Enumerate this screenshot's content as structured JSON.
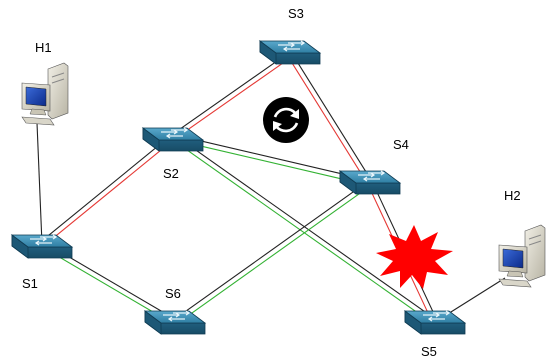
{
  "diagram": {
    "hosts": [
      {
        "id": "H1",
        "label": "H1",
        "icon": "computer-icon"
      },
      {
        "id": "H2",
        "label": "H2",
        "icon": "computer-icon"
      }
    ],
    "switches": [
      {
        "id": "S1",
        "label": "S1",
        "icon": "switch-icon"
      },
      {
        "id": "S2",
        "label": "S2",
        "icon": "switch-icon"
      },
      {
        "id": "S3",
        "label": "S3",
        "icon": "switch-icon"
      },
      {
        "id": "S4",
        "label": "S4",
        "icon": "switch-icon"
      },
      {
        "id": "S5",
        "label": "S5",
        "icon": "switch-icon"
      },
      {
        "id": "S6",
        "label": "S6",
        "icon": "switch-icon"
      }
    ],
    "links": [
      {
        "from": "H1",
        "to": "S1",
        "color": "#222222"
      },
      {
        "from": "H2",
        "to": "S5",
        "color": "#222222"
      },
      {
        "from": "S1",
        "to": "S2",
        "color": "#222222"
      },
      {
        "from": "S1",
        "to": "S2",
        "color": "#e53935"
      },
      {
        "from": "S2",
        "to": "S3",
        "color": "#222222"
      },
      {
        "from": "S2",
        "to": "S3",
        "color": "#e53935"
      },
      {
        "from": "S3",
        "to": "S4",
        "color": "#222222"
      },
      {
        "from": "S3",
        "to": "S4",
        "color": "#e53935"
      },
      {
        "from": "S4",
        "to": "S5",
        "color": "#222222"
      },
      {
        "from": "S4",
        "to": "S5",
        "color": "#e53935"
      },
      {
        "from": "S2",
        "to": "S4",
        "color": "#222222"
      },
      {
        "from": "S2",
        "to": "S4",
        "color": "#33b233"
      },
      {
        "from": "S2",
        "to": "S5",
        "color": "#222222"
      },
      {
        "from": "S2",
        "to": "S5",
        "color": "#33b233"
      },
      {
        "from": "S1",
        "to": "S6",
        "color": "#222222"
      },
      {
        "from": "S1",
        "to": "S6",
        "color": "#33b233"
      },
      {
        "from": "S6",
        "to": "S4",
        "color": "#222222"
      },
      {
        "from": "S6",
        "to": "S4",
        "color": "#33b233"
      }
    ],
    "loop_icon": "loop-refresh-icon",
    "failure_icon": "link-failure-burst-icon",
    "colors": {
      "switch_top": "#3f8fb3",
      "switch_side": "#1f5f7e",
      "failure": "#ff0000"
    }
  }
}
